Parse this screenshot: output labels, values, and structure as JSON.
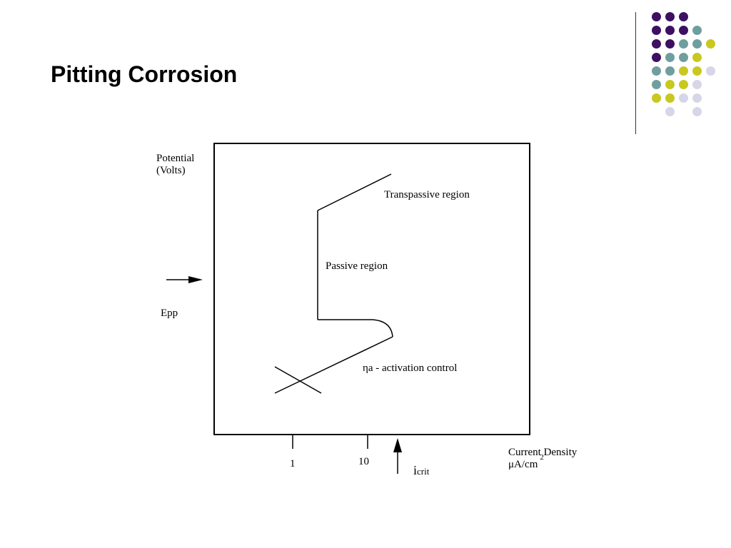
{
  "slide": {
    "title": "Pitting Corrosion"
  },
  "palette": {
    "purple": "#3d1063",
    "teal": "#6f9e9e",
    "yellow": "#c8c81e",
    "lavender": "#d6d6e8"
  },
  "decoration": {
    "dot_grid": [
      [
        "purple",
        "purple",
        "purple",
        null,
        null
      ],
      [
        "purple",
        "purple",
        "purple",
        "teal",
        null
      ],
      [
        "purple",
        "purple",
        "teal",
        "teal",
        "yellow"
      ],
      [
        "purple",
        "teal",
        "teal",
        "yellow",
        null
      ],
      [
        "teal",
        "teal",
        "yellow",
        "yellow",
        "lavender"
      ],
      [
        "teal",
        "yellow",
        "yellow",
        "lavender",
        null
      ],
      [
        "yellow",
        "yellow",
        "lavender",
        "lavender",
        null
      ],
      [
        null,
        "lavender",
        null,
        "lavender",
        null
      ]
    ]
  },
  "diagram": {
    "y_axis_label_line1": "Potential",
    "y_axis_label_line2": "(Volts)",
    "epp_label": "Epp",
    "transpassive_label": "Transpassive region",
    "passive_label": "Passive region",
    "activation_label": "ηa - activation control",
    "tick_1_label": "1",
    "tick_10_label": "10",
    "icrit_main": "i",
    "icrit_sub": "crit",
    "x_axis_label_line1": "Current Density",
    "x_axis_unit": "μA/cm",
    "x_axis_unit_exponent": "2"
  }
}
